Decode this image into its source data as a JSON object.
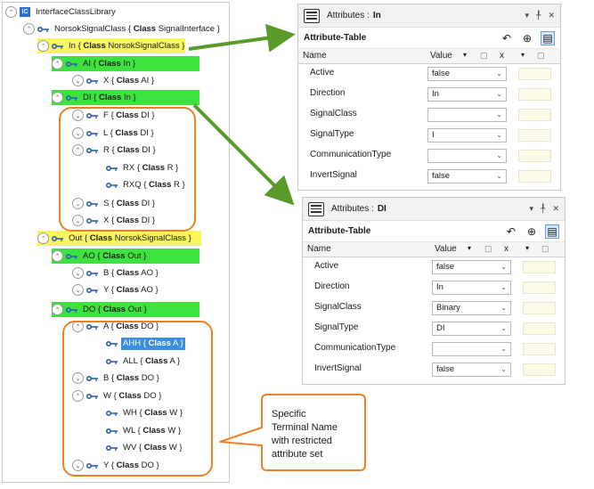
{
  "tree": {
    "root_label": "InterfaceClassLibrary",
    "norsok": {
      "name": "NorsokSignalClass",
      "kw": "Class",
      "parent": "SignalInterface"
    },
    "in": {
      "name": "In",
      "kw": "Class",
      "parent": "NorsokSignalClass"
    },
    "ai": {
      "name": "AI",
      "kw": "Class",
      "parent": "In"
    },
    "x_ai": {
      "name": "X",
      "kw": "Class",
      "parent": "AI"
    },
    "di": {
      "name": "DI",
      "kw": "Class",
      "parent": "In"
    },
    "f": {
      "name": "F",
      "kw": "Class",
      "parent": "DI"
    },
    "l": {
      "name": "L",
      "kw": "Class",
      "parent": "DI"
    },
    "r": {
      "name": "R",
      "kw": "Class",
      "parent": "DI"
    },
    "rx": {
      "name": "RX",
      "kw": "Class",
      "parent": "R"
    },
    "rxq": {
      "name": "RXQ",
      "kw": "Class",
      "parent": "R"
    },
    "s": {
      "name": "S",
      "kw": "Class",
      "parent": "DI"
    },
    "x_di": {
      "name": "X",
      "kw": "Class",
      "parent": "DI"
    },
    "out": {
      "name": "Out",
      "kw": "Class",
      "parent": "NorsokSignalClass"
    },
    "ao": {
      "name": "AO",
      "kw": "Class",
      "parent": "Out"
    },
    "b_ao": {
      "name": "B",
      "kw": "Class",
      "parent": "AO"
    },
    "y_ao": {
      "name": "Y",
      "kw": "Class",
      "parent": "AO"
    },
    "do": {
      "name": "DO",
      "kw": "Class",
      "parent": "Out"
    },
    "a": {
      "name": "A",
      "kw": "Class",
      "parent": "DO"
    },
    "ahh": {
      "name": "AHH",
      "kw": "Class",
      "parent": "A"
    },
    "all": {
      "name": "ALL",
      "kw": "Class",
      "parent": "A"
    },
    "b_do": {
      "name": "B",
      "kw": "Class",
      "parent": "DO"
    },
    "w": {
      "name": "W",
      "kw": "Class",
      "parent": "DO"
    },
    "wh": {
      "name": "WH",
      "kw": "Class",
      "parent": "W"
    },
    "wl": {
      "name": "WL",
      "kw": "Class",
      "parent": "W"
    },
    "wv": {
      "name": "WV",
      "kw": "Class",
      "parent": "W"
    },
    "y_do": {
      "name": "Y",
      "kw": "Class",
      "parent": "DO"
    }
  },
  "panel_in": {
    "title_prefix": "Attributes :",
    "title_name": "In",
    "sub_title": "Attribute-Table",
    "col_name": "Name",
    "col_value": "Value",
    "col_x": "x",
    "rows": [
      {
        "name": "Active",
        "value": "false"
      },
      {
        "name": "Direction",
        "value": "In"
      },
      {
        "name": "SignalClass",
        "value": ""
      },
      {
        "name": "SignalType",
        "value": "I"
      },
      {
        "name": "CommunicationType",
        "value": ""
      },
      {
        "name": "InvertSignal",
        "value": "false"
      }
    ]
  },
  "panel_di": {
    "title_prefix": "Attributes :",
    "title_name": "DI",
    "sub_title": "Attribute-Table",
    "col_name": "Name",
    "col_value": "Value",
    "col_x": "x",
    "rows": [
      {
        "name": "Active",
        "value": "false"
      },
      {
        "name": "Direction",
        "value": "In"
      },
      {
        "name": "SignalClass",
        "value": "Binary"
      },
      {
        "name": "SignalType",
        "value": "DI"
      },
      {
        "name": "CommunicationType",
        "value": ""
      },
      {
        "name": "InvertSignal",
        "value": "false"
      }
    ]
  },
  "callout": {
    "line1": "Specific",
    "line2": "Terminal Name",
    "line3": "with restricted",
    "line4": "attribute set"
  },
  "colors": {
    "highlight_yellow": "#f7f75c",
    "highlight_green": "#3ee23e",
    "selected_blue": "#3a8fe0",
    "callout_orange": "#e8822a",
    "arrow_green": "#5a9a2a"
  },
  "icons": {
    "expand": "chevron-circle-icon",
    "interface_class": "interface-class-icon",
    "library": "library-icon",
    "panel": "attributes-panel-icon"
  }
}
